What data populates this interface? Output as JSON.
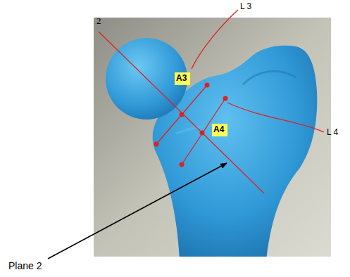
{
  "diagram": {
    "nodes": [
      {
        "text": [
          "A3"
        ]
      },
      {
        "text": [
          "A4"
        ]
      }
    ],
    "labels": [
      "2",
      "L 3",
      "L 4",
      "Plane 2"
    ]
  }
}
